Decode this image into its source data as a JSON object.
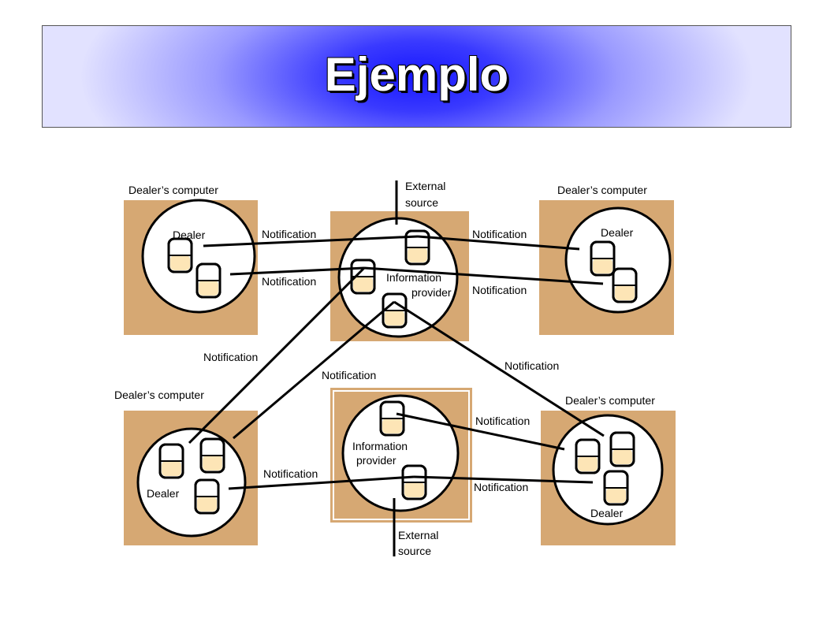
{
  "title": "Ejemplo",
  "colors": {
    "box_fill": "#d6a873",
    "db_top": "#ffffff",
    "db_bottom": "#fde5b6",
    "line": "#000000",
    "banner_center": "#1717ff",
    "banner_edge": "#e2e2ff"
  },
  "labels": {
    "top_left_computer": "Dealer’s computer",
    "top_right_computer": "Dealer’s computer",
    "bottom_left_computer": "Dealer’s computer",
    "bottom_right_computer": "Dealer’s computer",
    "dealer_top_left": "Dealer",
    "dealer_top_right": "Dealer",
    "dealer_bottom_left": "Dealer",
    "dealer_bottom_right": "Dealer",
    "external_source_top_1": "External",
    "external_source_top_2": "source",
    "external_source_bottom_1": "External",
    "external_source_bottom_2": "source",
    "provider_top_1": "Information",
    "provider_top_2": "provider",
    "provider_bottom_1": "Information",
    "provider_bottom_2": "provider",
    "notification": "Notification"
  }
}
